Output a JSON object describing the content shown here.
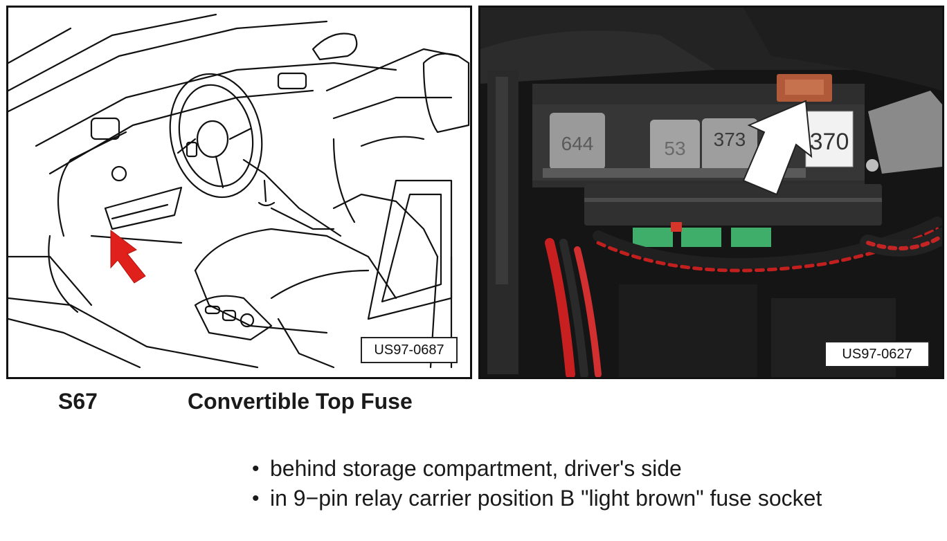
{
  "figures": {
    "left": {
      "id_label": "US97-0687",
      "description": "interior-view-drawing",
      "arrow_color": "#e0211b"
    },
    "right": {
      "id_label": "US97-0627",
      "description": "relay-carrier-photo",
      "relay_labels": [
        "644",
        "53",
        "373",
        "370"
      ]
    }
  },
  "caption": {
    "code": "S67",
    "title": "Convertible Top Fuse"
  },
  "bullets": [
    {
      "symbol": "•",
      "text": "behind storage compartment, driver's side"
    },
    {
      "symbol": "•",
      "text": "in 9−pin relay carrier position B \"light brown\" fuse socket"
    }
  ]
}
